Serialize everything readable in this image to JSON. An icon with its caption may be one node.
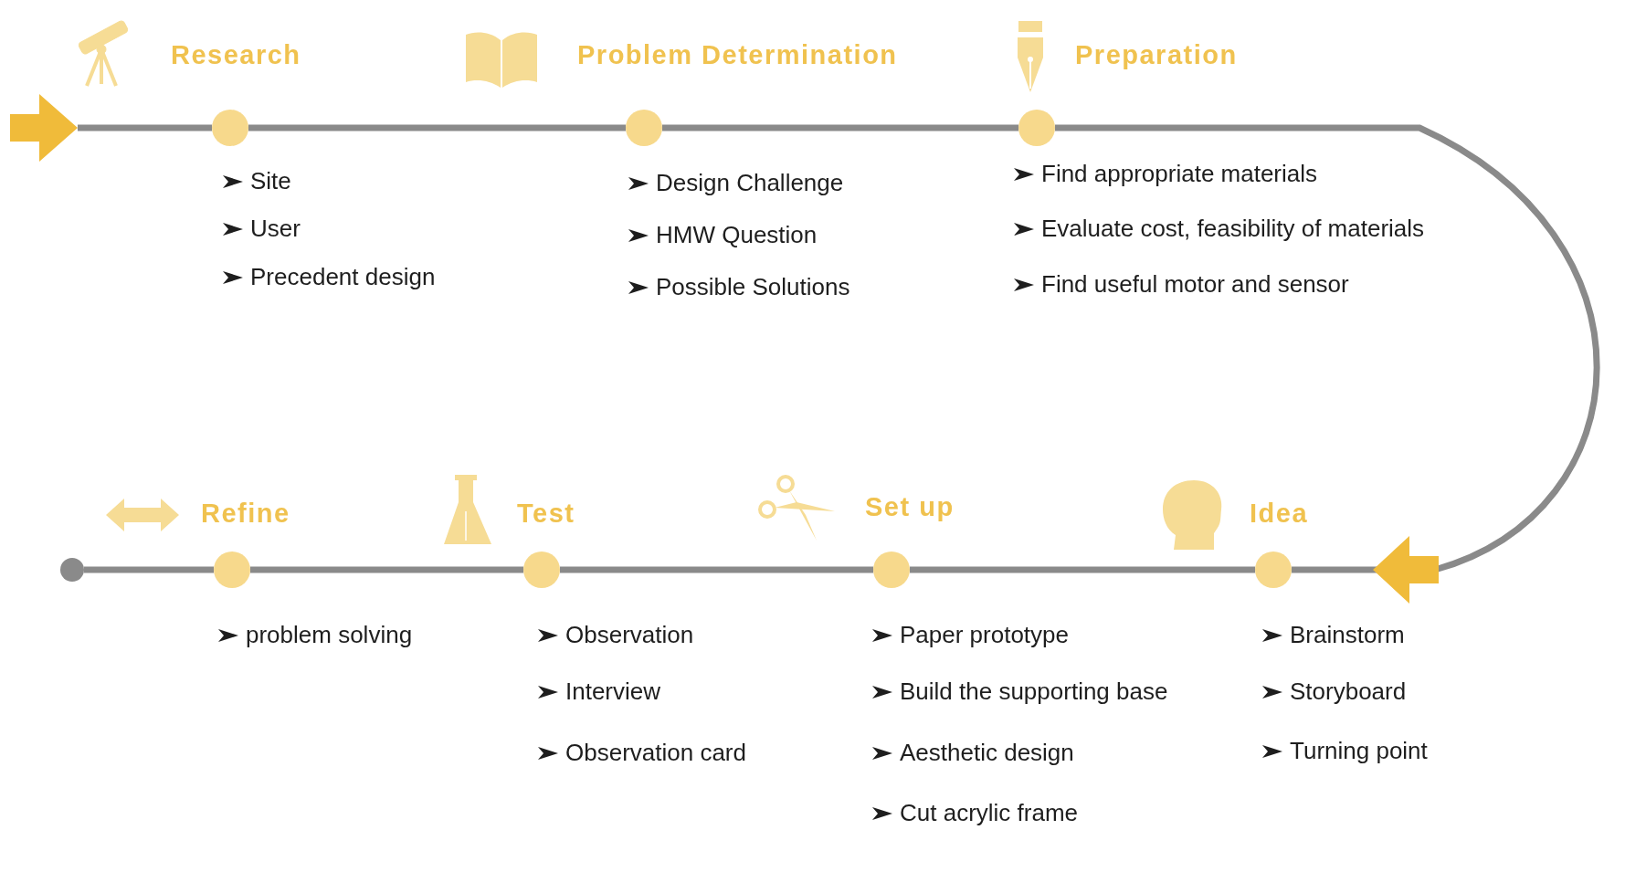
{
  "diagram": {
    "nodes": [
      {
        "text": [],
        "shape": "circle",
        "beside": [
          "Research",
          "Site",
          "User",
          "Precedent design"
        ]
      },
      {
        "text": [],
        "shape": "circle",
        "beside": [
          "Problem Determination",
          "Design Challenge",
          "HMW Question",
          "Possible Solutions"
        ]
      },
      {
        "text": [],
        "shape": "circle",
        "beside": [
          "Preparation",
          "Find appropriate materials",
          "Evaluate cost, feasibility of materials",
          "Find useful motor and sensor"
        ]
      },
      {
        "text": [],
        "shape": "circle",
        "beside": [
          "Idea",
          "Brainstorm",
          "Storyboard",
          "Turning point"
        ]
      },
      {
        "text": [],
        "shape": "circle",
        "beside": [
          "Set up",
          "Paper prototype",
          "Build the supporting base",
          "Aesthetic design",
          "Cut acrylic frame"
        ]
      },
      {
        "text": [],
        "shape": "circle",
        "beside": [
          "Test",
          "Observation",
          "Interview",
          "Observation card"
        ]
      },
      {
        "text": [],
        "shape": "circle",
        "beside": [
          "Refine",
          "problem solving"
        ]
      },
      {
        "text": [],
        "shape": "circle"
      },
      {
        "text": [],
        "shape": "arrow"
      }
    ],
    "edges": [
      {
        "from": 8,
        "to": 0,
        "arrow": "none"
      },
      {
        "from": 0,
        "to": 1,
        "arrow": "none"
      },
      {
        "from": 1,
        "to": 2,
        "arrow": "none"
      },
      {
        "from": 2,
        "to": 3,
        "arrow": "to"
      },
      {
        "from": 3,
        "to": 4,
        "arrow": "none"
      },
      {
        "from": 4,
        "to": 5,
        "arrow": "none"
      },
      {
        "from": 5,
        "to": 6,
        "arrow": "none"
      },
      {
        "from": 6,
        "to": 7,
        "arrow": "none"
      }
    ]
  }
}
